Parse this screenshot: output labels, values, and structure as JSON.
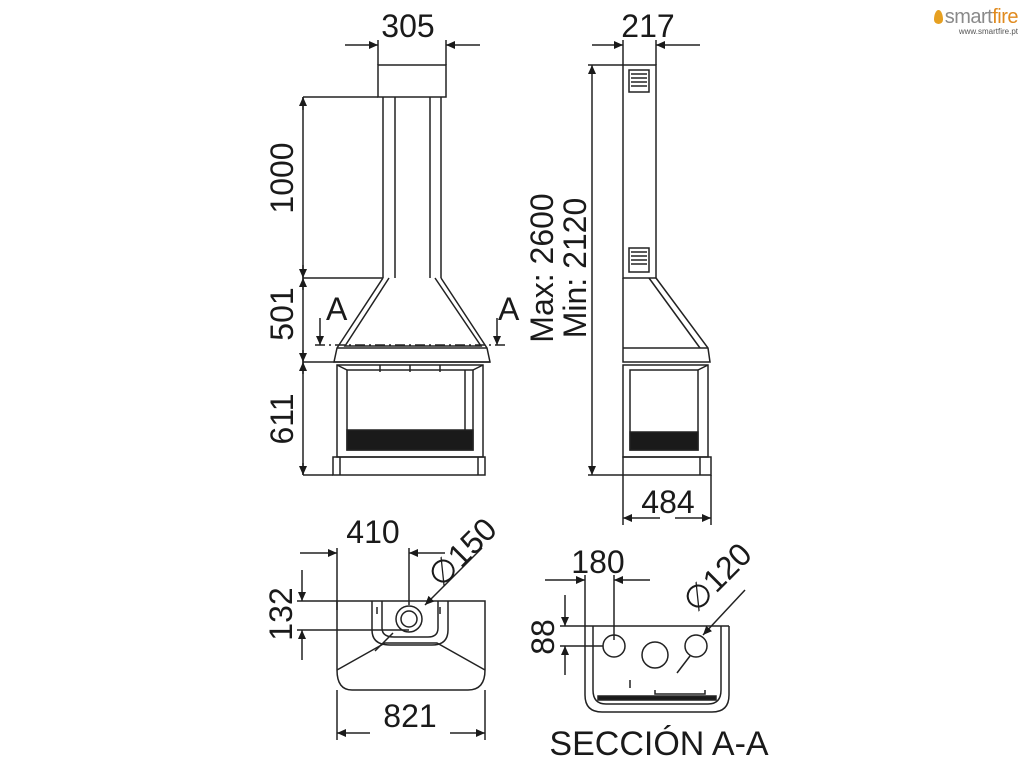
{
  "logo": {
    "brand_prefix": "smart",
    "brand_suffix": "fire",
    "url": "www.smartfire.pt"
  },
  "front_view": {
    "chimney_width": "305",
    "chimney_height": "1000",
    "hood_height": "501",
    "firebox_height": "611",
    "section_mark_left": "A",
    "section_mark_right": "A"
  },
  "side_view": {
    "chimney_depth": "217",
    "height_max": "Max: 2600",
    "height_min": "Min: 2120",
    "base_depth": "484"
  },
  "top_view": {
    "flue_offset": "410",
    "flue_diameter": "∅150",
    "flue_depth": "132",
    "overall_width": "821"
  },
  "section_view": {
    "opening_offset": "180",
    "opening_diameter": "∅120",
    "opening_depth": "88",
    "title": "SECCIÓN A-A"
  }
}
